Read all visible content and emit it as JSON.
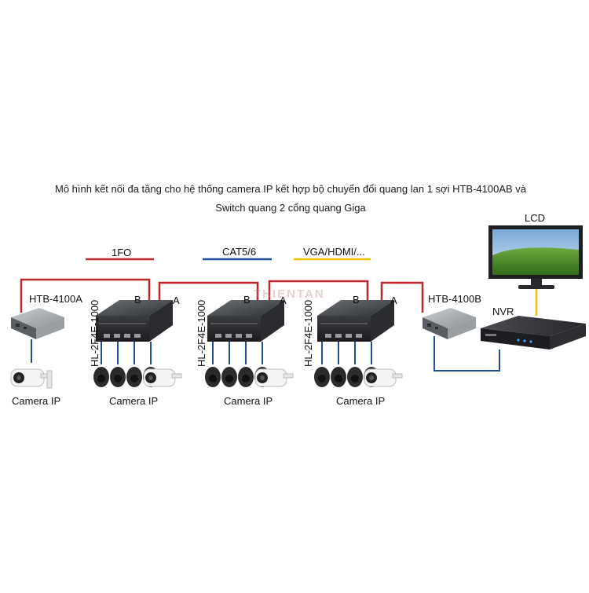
{
  "title": {
    "line1": "Mô hình kết nối đa tầng cho hệ thống camera IP kết hợp bộ chuyển đổi quang lan 1 sợi HTB-4100AB và",
    "line2": "Switch quang 2 cổng quang Giga"
  },
  "legend": {
    "fiber": "1FO",
    "cat": "CAT5/6",
    "video": "VGA/HDMI/..."
  },
  "colors": {
    "fiber": "#c0272d",
    "cat": "#1f4e9c",
    "video": "#f2c200"
  },
  "devices": {
    "converter_a": "HTB-4100A",
    "converter_b": "HTB-4100B",
    "nvr": "NVR",
    "lcd": "LCD",
    "switch_model": "HL-2F4E-1000",
    "port_a": "A",
    "port_b": "B"
  },
  "cameras": {
    "label": "Camera IP"
  },
  "watermark": "THIENTAN"
}
